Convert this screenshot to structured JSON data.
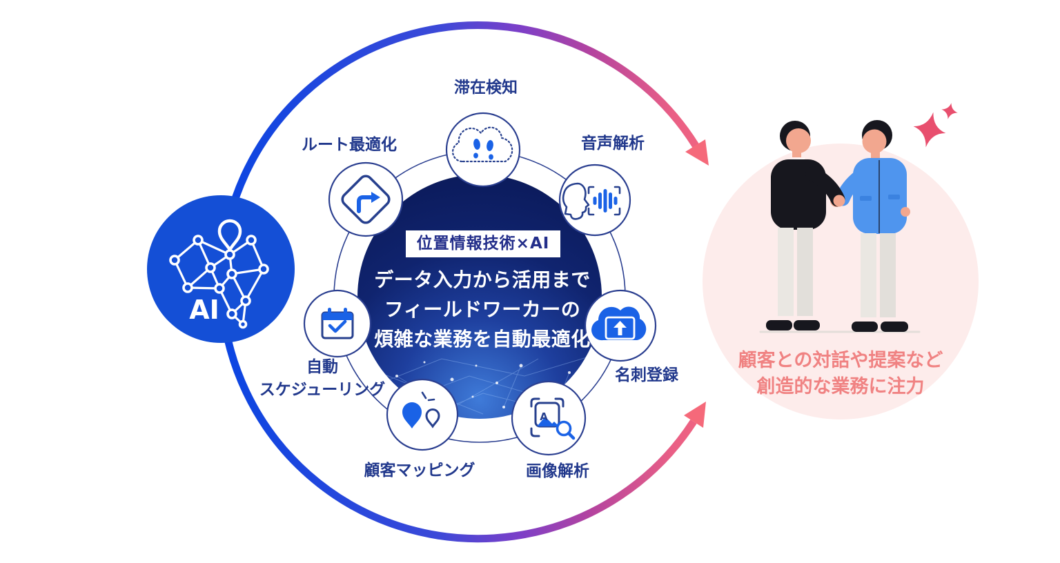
{
  "ai_badge": {
    "label": "AI"
  },
  "center": {
    "badge": "位置情報技術×AI",
    "line1": "データ入力から活用まで",
    "line2": "フィールドワーカーの",
    "line3": "煩雑な業務を自動最適化"
  },
  "features": [
    {
      "label": "滞在検知",
      "icon": "footprints-cloud-icon"
    },
    {
      "label": "ルート最適化",
      "icon": "turn-right-sign-icon"
    },
    {
      "label": "音声解析",
      "icon": "voice-waveform-icon"
    },
    {
      "label_line1": "自動",
      "label_line2": "スケジューリング",
      "icon": "calendar-check-icon"
    },
    {
      "label": "名刺登録",
      "icon": "cloud-upload-icon"
    },
    {
      "label": "顧客マッピング",
      "icon": "map-pins-icon"
    },
    {
      "label": "画像解析",
      "icon": "image-scan-icon"
    }
  ],
  "image_icon_letter": "A",
  "outcome": {
    "line1": "顧客との対話や提案など",
    "line2": "創造的な業務に注力"
  },
  "colors": {
    "primary_blue": "#144fd6",
    "icon_blue": "#1a62e6",
    "navy": "#27408e",
    "gradient_left": "#0a45e2",
    "gradient_mid": "#7c3fc8",
    "gradient_right": "#f5697a",
    "arrow_pink": "#f5697a",
    "outcome_bg": "#fdeceb",
    "outcome_text": "#f08282",
    "center_dark": "#0b1a5a",
    "sparkle_pink": "#e84f6e",
    "jacket_blue": "#4f95ee"
  }
}
